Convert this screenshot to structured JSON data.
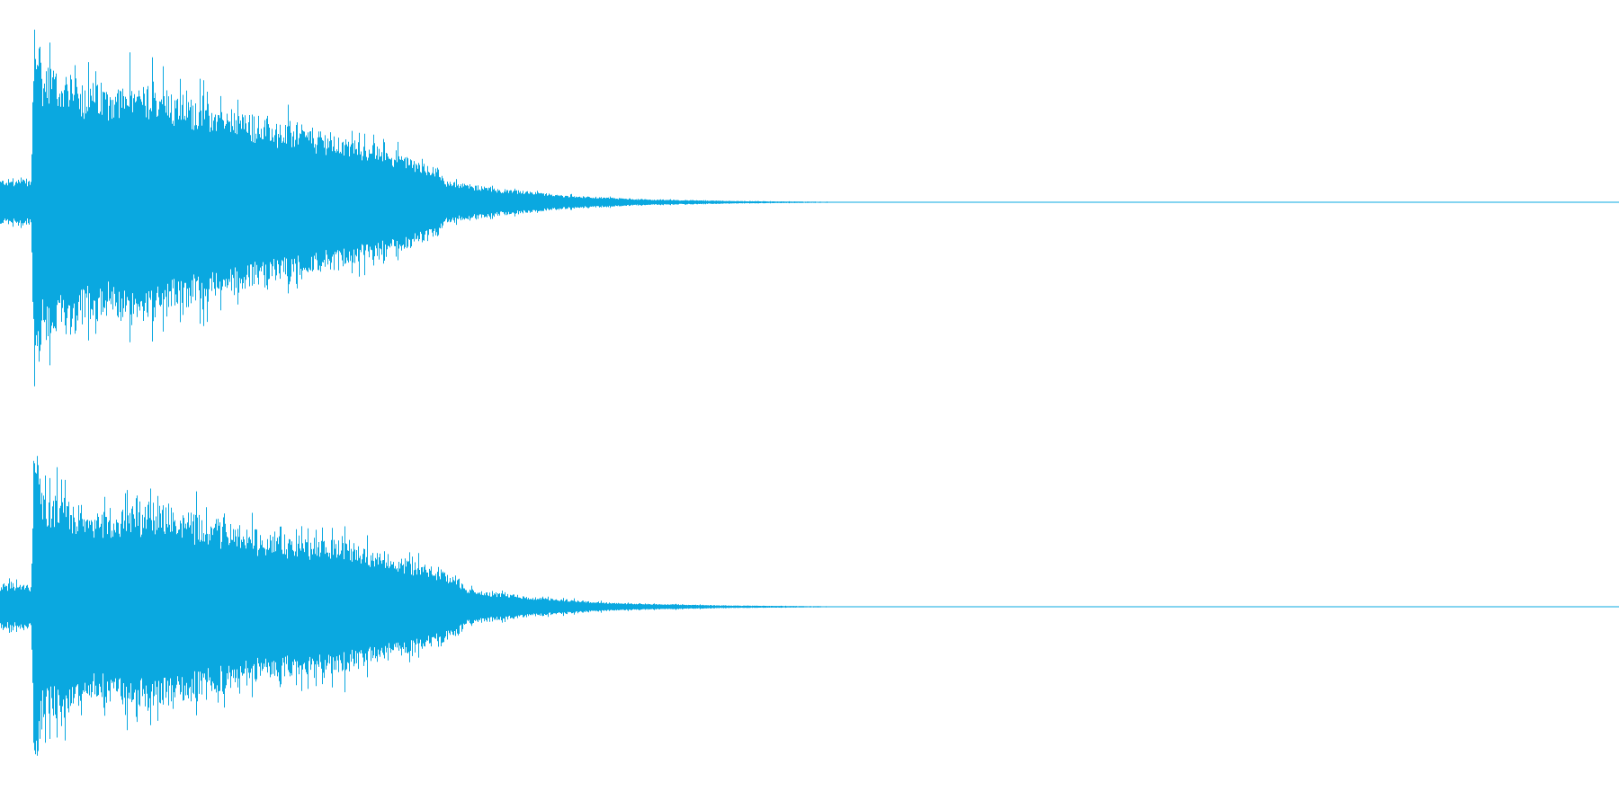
{
  "waveform": {
    "color": "#0aa8e0",
    "background": "#ffffff",
    "channels": [
      {
        "name": "channel-1",
        "envelope": {
          "onset_fraction": 0.019,
          "peak_fraction": 1.0,
          "sustain_level": 0.55,
          "decay": [
            {
              "t": 0.0,
              "amp": 0.12
            },
            {
              "t": 0.019,
              "amp": 0.12
            },
            {
              "t": 0.021,
              "amp": 1.0
            },
            {
              "t": 0.026,
              "amp": 0.72
            },
            {
              "t": 0.06,
              "amp": 0.62
            },
            {
              "t": 0.1,
              "amp": 0.63
            },
            {
              "t": 0.13,
              "amp": 0.52
            },
            {
              "t": 0.16,
              "amp": 0.45
            },
            {
              "t": 0.2,
              "amp": 0.37
            },
            {
              "t": 0.24,
              "amp": 0.28
            },
            {
              "t": 0.27,
              "amp": 0.19
            },
            {
              "t": 0.276,
              "amp": 0.11
            },
            {
              "t": 0.31,
              "amp": 0.07
            },
            {
              "t": 0.35,
              "amp": 0.035
            },
            {
              "t": 0.4,
              "amp": 0.015
            },
            {
              "t": 0.46,
              "amp": 0.006
            },
            {
              "t": 0.52,
              "amp": 0.002
            },
            {
              "t": 0.53,
              "amp": 0.0
            },
            {
              "t": 1.0,
              "amp": 0.0
            }
          ]
        }
      },
      {
        "name": "channel-2",
        "envelope": {
          "onset_fraction": 0.019,
          "peak_fraction": 1.0,
          "sustain_level": 0.55,
          "decay": [
            {
              "t": 0.0,
              "amp": 0.12
            },
            {
              "t": 0.019,
              "amp": 0.12
            },
            {
              "t": 0.021,
              "amp": 1.0
            },
            {
              "t": 0.026,
              "amp": 0.62
            },
            {
              "t": 0.06,
              "amp": 0.52
            },
            {
              "t": 0.1,
              "amp": 0.55
            },
            {
              "t": 0.13,
              "amp": 0.45
            },
            {
              "t": 0.17,
              "amp": 0.38
            },
            {
              "t": 0.21,
              "amp": 0.36
            },
            {
              "t": 0.25,
              "amp": 0.25
            },
            {
              "t": 0.28,
              "amp": 0.17
            },
            {
              "t": 0.29,
              "amp": 0.09
            },
            {
              "t": 0.33,
              "amp": 0.05
            },
            {
              "t": 0.38,
              "amp": 0.02
            },
            {
              "t": 0.45,
              "amp": 0.007
            },
            {
              "t": 0.52,
              "amp": 0.002
            },
            {
              "t": 0.53,
              "amp": 0.0
            },
            {
              "t": 1.0,
              "amp": 0.0
            }
          ]
        }
      }
    ]
  }
}
